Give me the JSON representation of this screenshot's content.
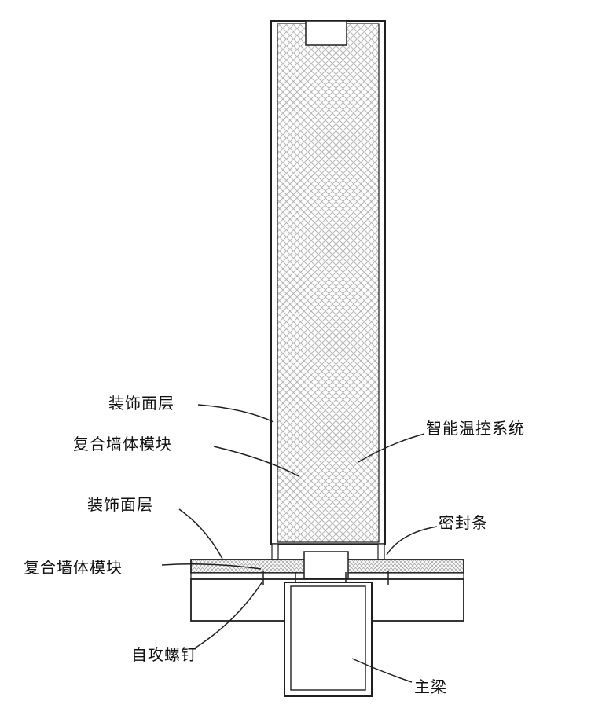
{
  "diagram": {
    "type": "technical-cross-section",
    "description_labels": {
      "decorative_layer_top": "装饰面层",
      "composite_wall_module_top": "复合墙体模块",
      "smart_temp_control_system": "智能温控系统",
      "decorative_layer_bottom": "装饰面层",
      "sealing_strip": "密封条",
      "composite_wall_module_bottom": "复合墙体模块",
      "self_tapping_screw": "自攻螺钉",
      "main_beam": "主梁"
    },
    "colors": {
      "line": "#1f1f1f",
      "hatch": "#b5b5b5",
      "background": "#ffffff"
    }
  }
}
